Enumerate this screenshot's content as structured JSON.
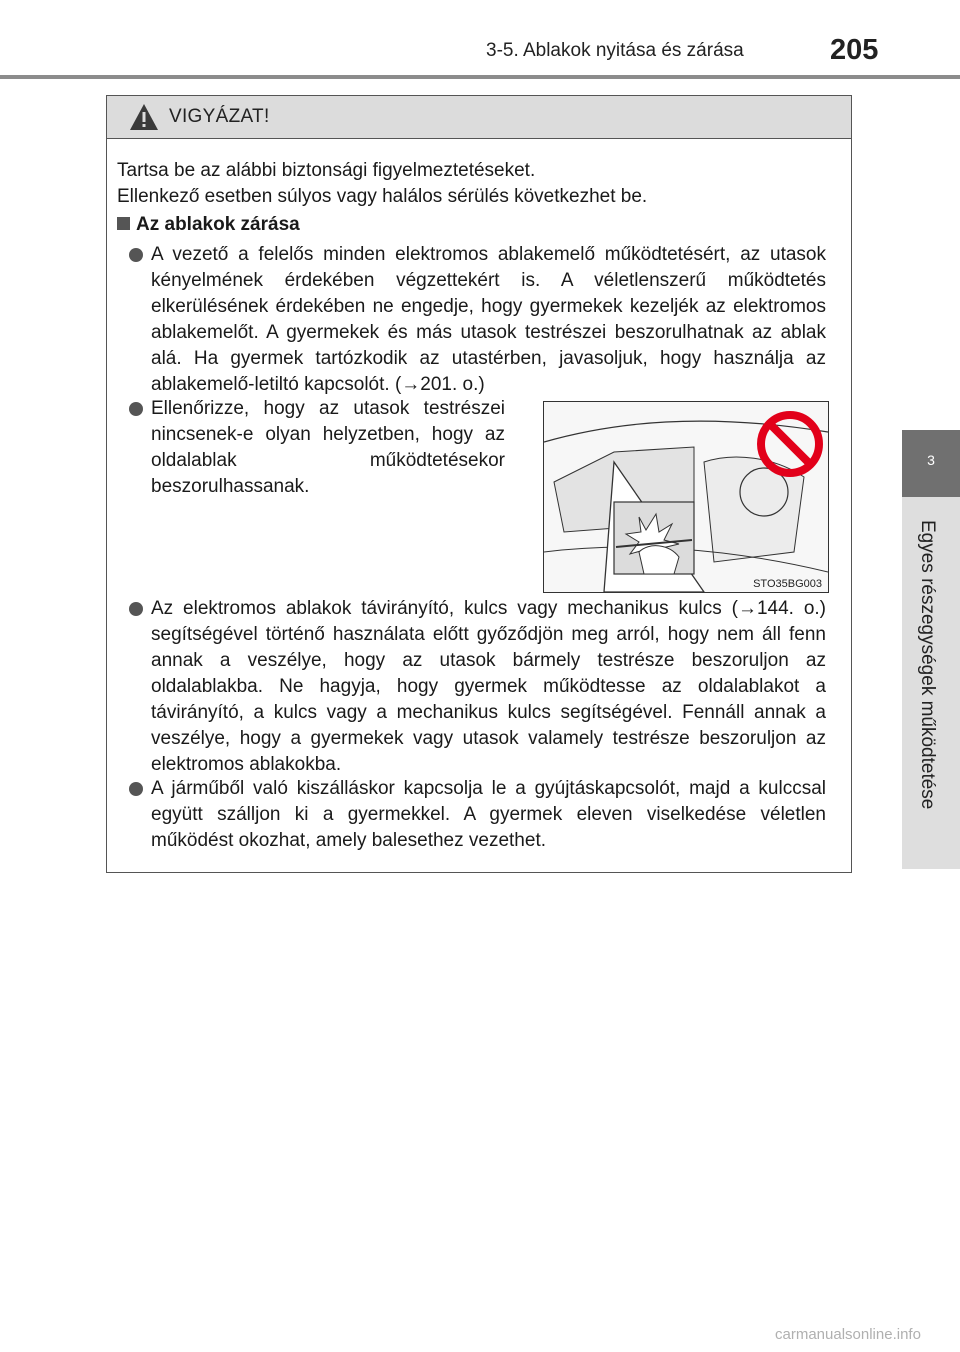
{
  "header": {
    "section_title": "3-5. Ablakok nyitása és zárása",
    "page_number": "205"
  },
  "side_tab": {
    "chapter_number": "3",
    "chapter_title": "Egyes részegységek működtetése"
  },
  "warning": {
    "title": "VIGYÁZAT!",
    "intro_line1": "Tartsa be az alábbi biztonsági figyelmeztetéseket.",
    "intro_line2": "Ellenkező esetben súlyos vagy halálos sérülés következhet be.",
    "section_heading": "Az ablakok zárása",
    "items": [
      "A vezető a felelős minden elektromos ablakemelő működtetésért, az utasok kényelmének érdekében végzettekért is. A véletlenszerű működtetés elkerülésének érdekében ne engedje, hogy gyermekek kezeljék az elektromos ablakemelőt. A gyermekek és más utasok testrészei beszorulhatnak az ablak alá. Ha gyermek tartózkodik az utastérben, javasoljuk, hogy használja az ablakemelő-letiltó kapcsolót. (→201. o.)",
      "Ellenőrizze, hogy az utasok testrészei nincsenek-e olyan helyzetben, hogy az oldalablak működtetésekor beszorulhassanak.",
      "Az elektromos ablakok távirányító, kulcs vagy mechanikus kulcs (→144. o.) segítségével történő használata előtt győződjön meg arról, hogy nem áll fenn annak a veszélye, hogy az utasok bármely testrésze beszoruljon az oldalablakba. Ne hagyja, hogy gyermek működtesse az oldalablakot a távirányító, a kulcs vagy a mechanikus kulcs segítségével. Fennáll annak a veszélye, hogy a gyermekek vagy utasok valamely testrésze beszoruljon az elektromos ablakokba.",
      "A járműből való kiszálláskor kapcsolja le a gyújtáskapcsolót, majd a kulccsal együtt szálljon ki a gyermekkel. A gyermek eleven viselkedése véletlen működést okozhat, amely balesethez vezethet."
    ]
  },
  "illustration": {
    "figure_code": "STO35BG003",
    "icons": [
      "warning-triangle-icon",
      "prohibition-icon"
    ],
    "prohibition_color": "#e2001a"
  },
  "watermark": "carmanualsonline.info"
}
